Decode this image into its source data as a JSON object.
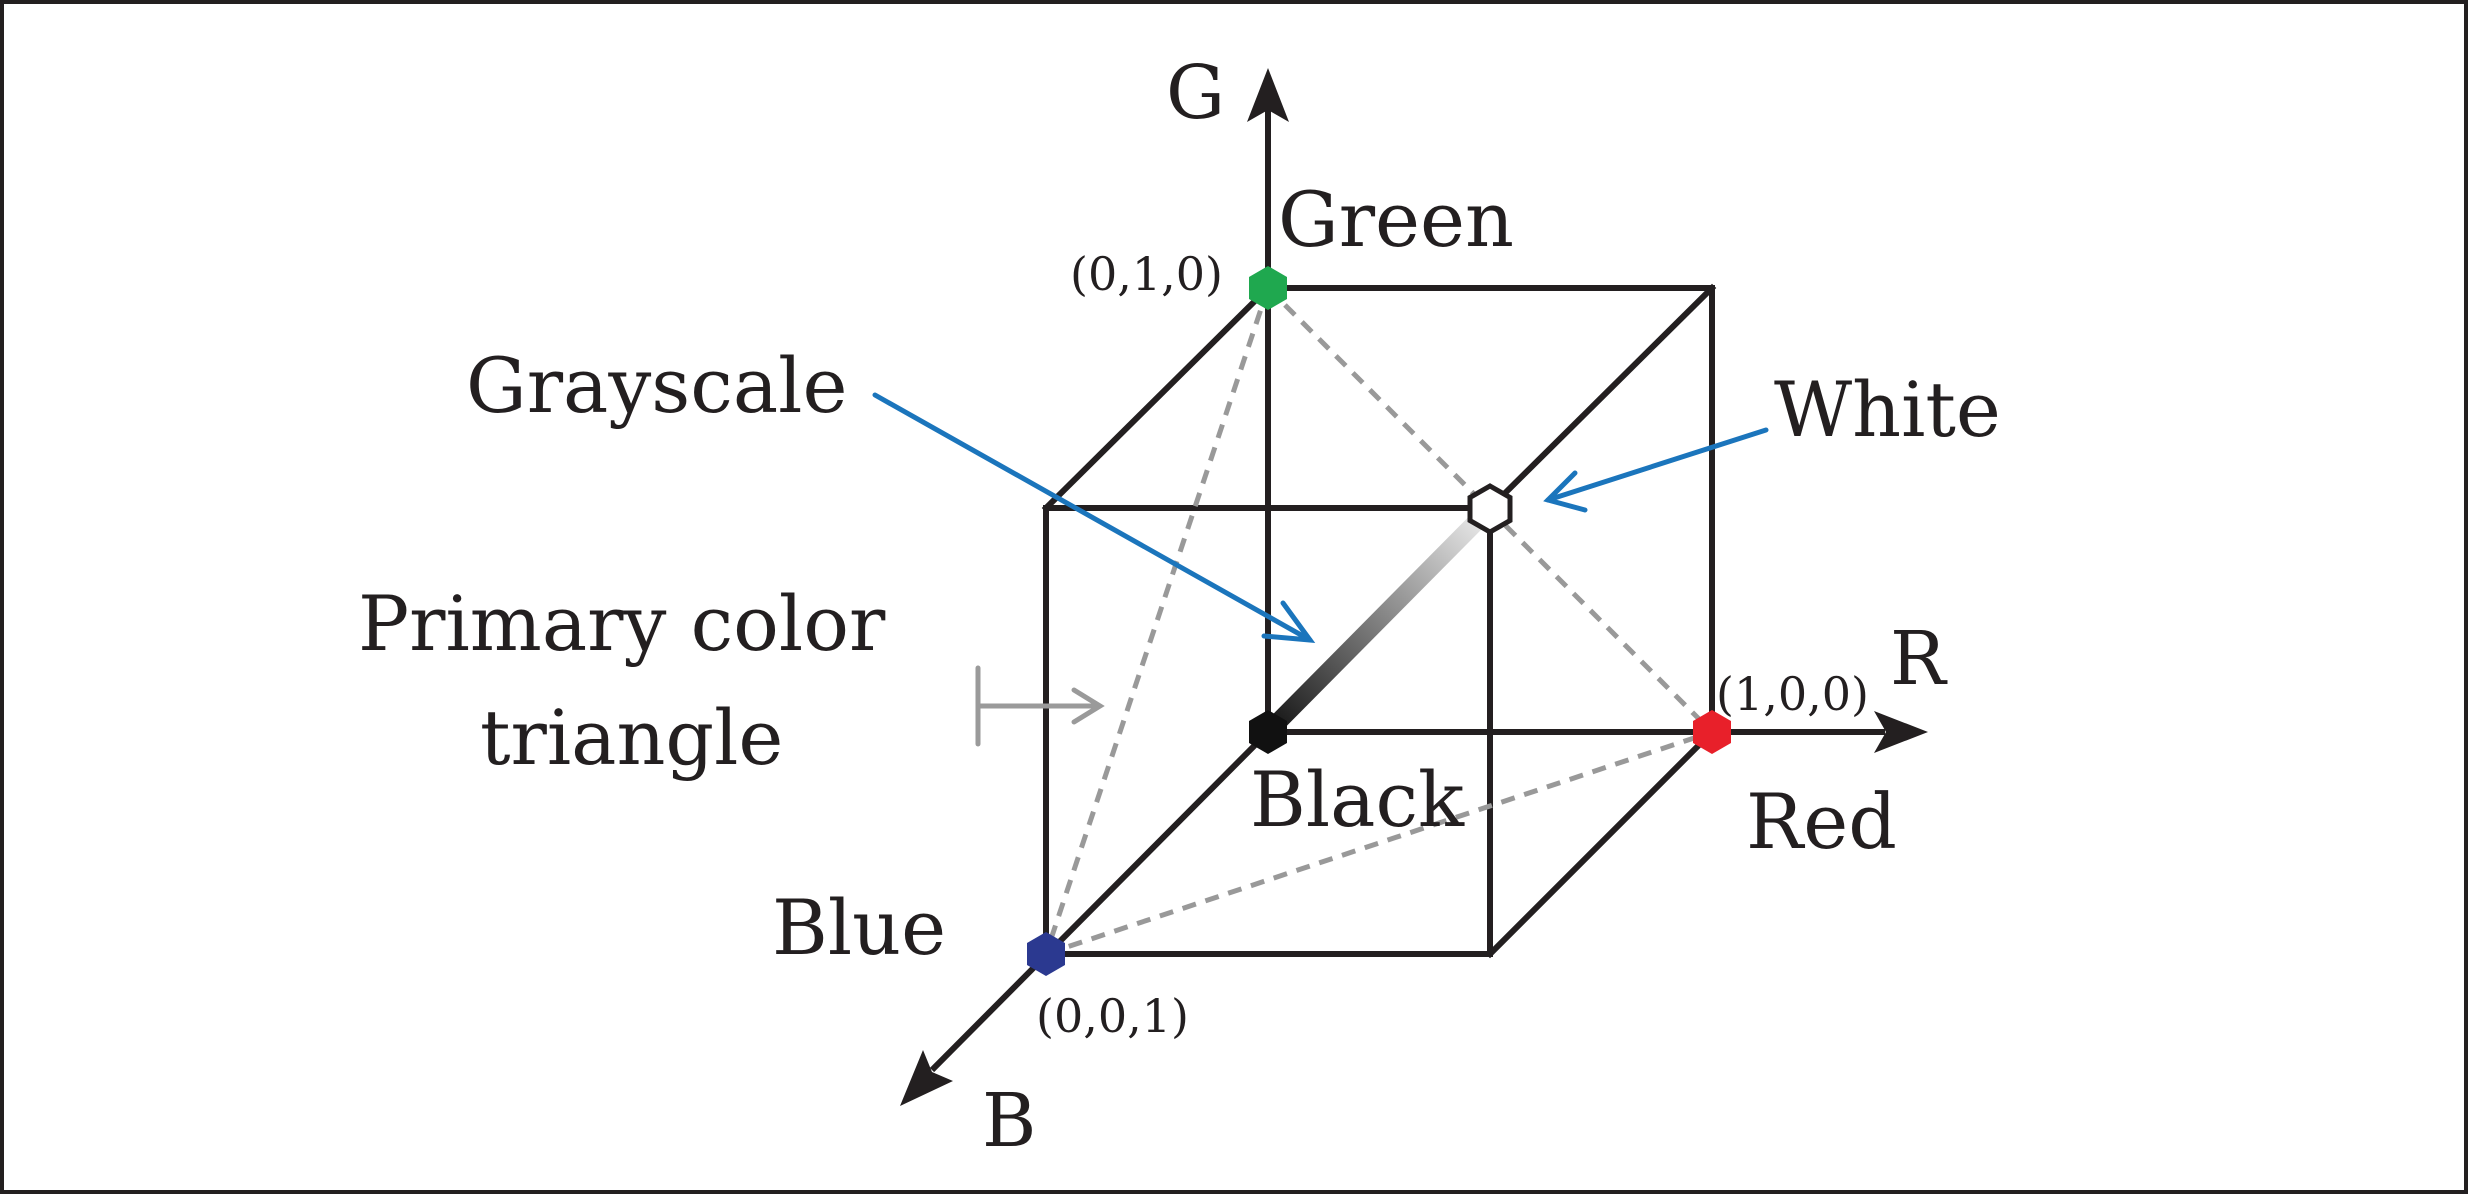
{
  "colors": {
    "frame": "#231f20",
    "cube_edge": "#231f20",
    "dashed": "#999999",
    "arrow_blue": "#1b75bc",
    "pointer_gray": "#9a9a9a",
    "green": "#1fa84f",
    "red": "#e8202a",
    "blue": "#2b3990",
    "black": "#111111",
    "white": "#ffffff"
  },
  "axes": {
    "g": "G",
    "r": "R",
    "b": "B"
  },
  "vertices": {
    "green": {
      "name": "Green",
      "coord": "(0,1,0)",
      "icon": "hexagon-marker"
    },
    "red": {
      "name": "Red",
      "coord": "(1,0,0)",
      "icon": "hexagon-marker"
    },
    "blue": {
      "name": "Blue",
      "coord": "(0,0,1)",
      "icon": "hexagon-marker"
    },
    "black": {
      "name": "Black",
      "icon": "hexagon-marker"
    },
    "white": {
      "name": "White",
      "icon": "hexagon-marker"
    }
  },
  "annotations": {
    "grayscale": "Grayscale",
    "primary_line1": "Primary color",
    "primary_line2": "triangle"
  }
}
